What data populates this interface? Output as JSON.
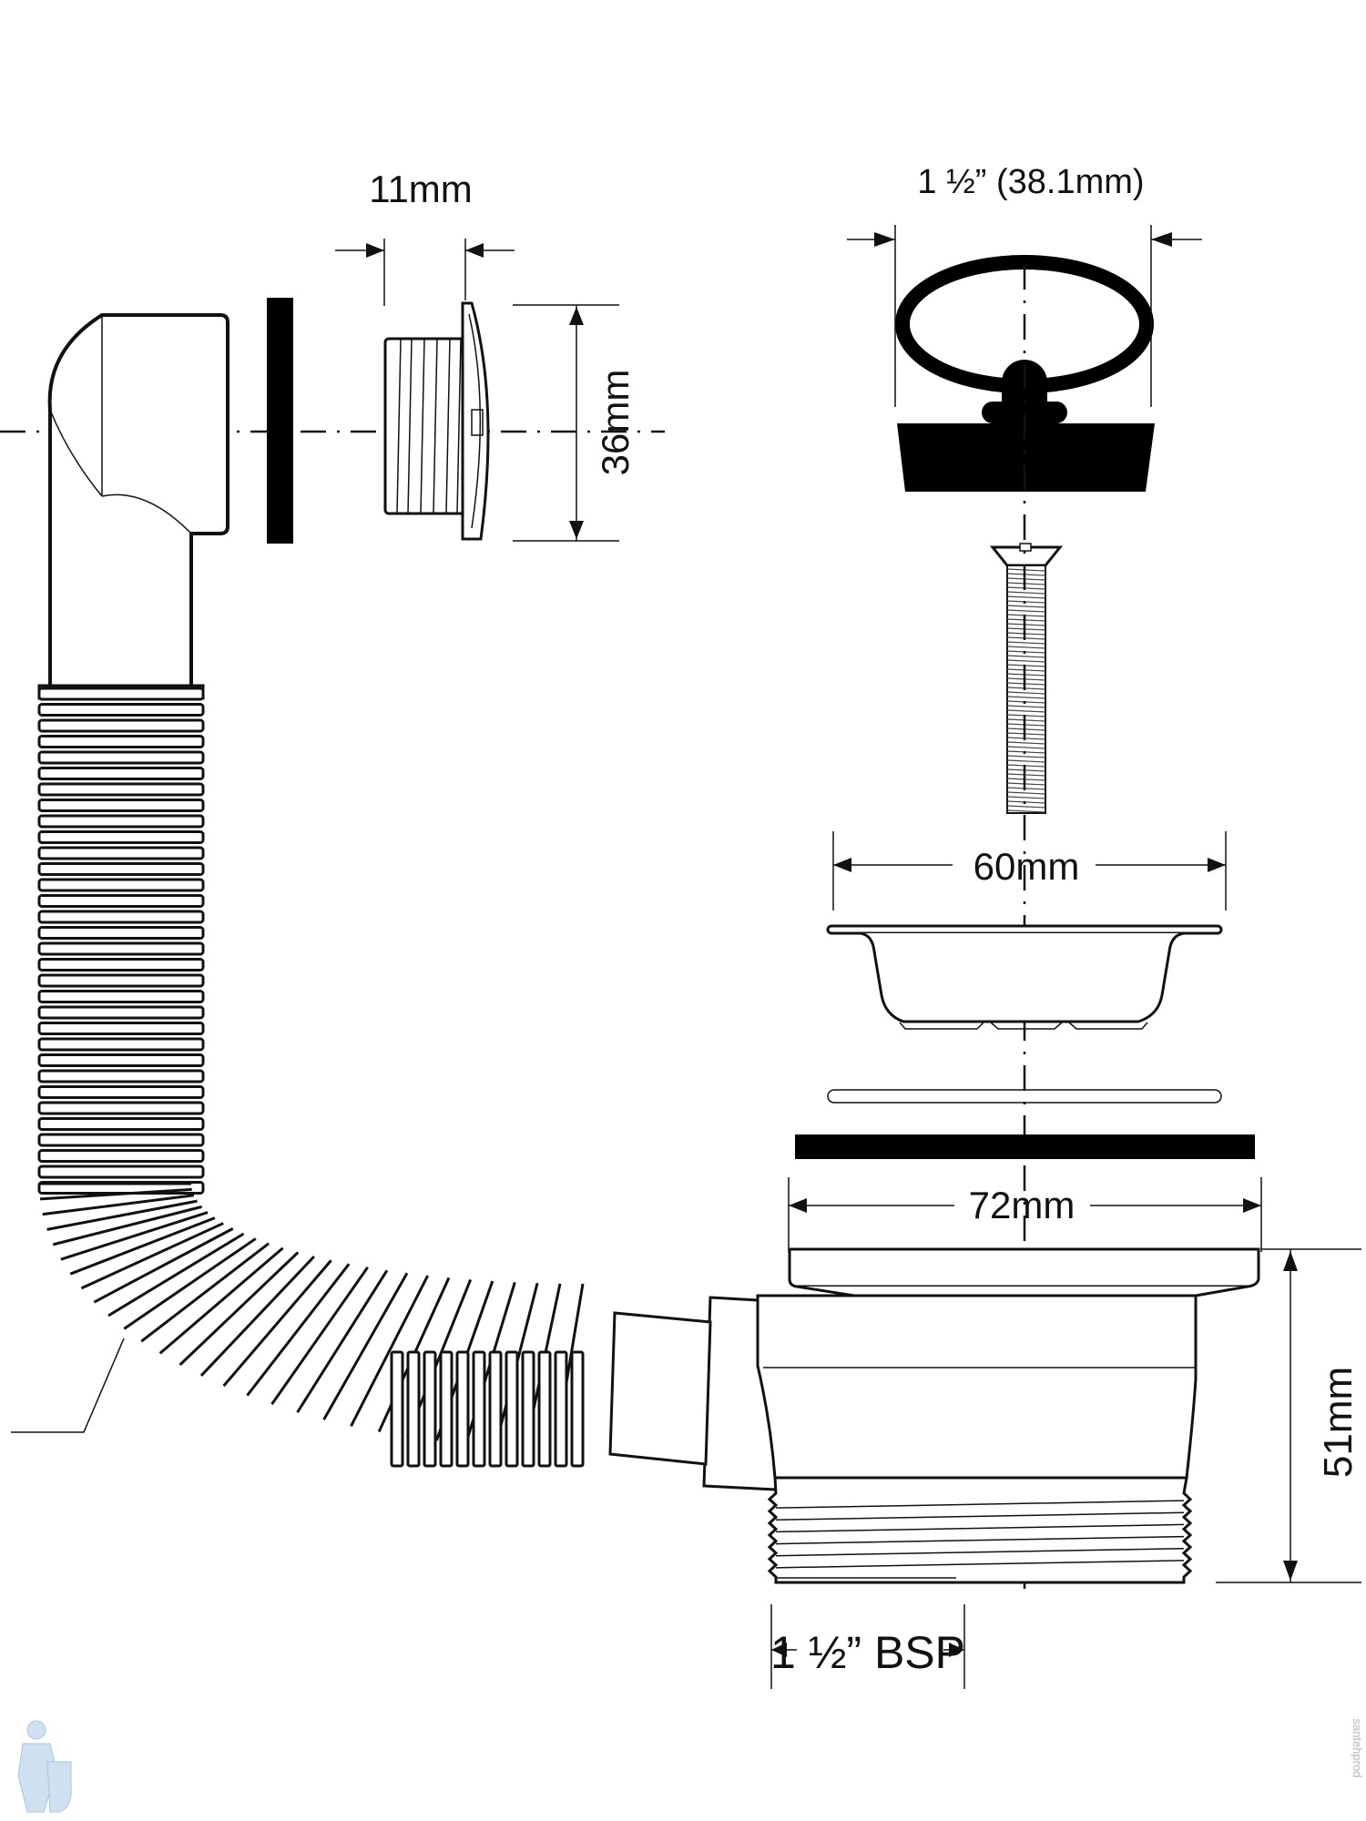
{
  "diagram": {
    "title": "Sink waste with overflow — exploded dimensional drawing",
    "dimensions": {
      "overflow_thickness": "11mm",
      "overflow_diameter": "36mm",
      "plug_diameter": "1 ½” (38.1mm)",
      "strainer_diameter": "60mm",
      "flange_diameter": "72mm",
      "body_height": "51mm",
      "thread_size": "1 ½” BSP"
    },
    "components": [
      "overflow-elbow",
      "overflow-gasket",
      "overflow-grille",
      "flexible-hose",
      "chain-plug",
      "screw",
      "strainer-basket",
      "flat-washer",
      "rubber-gasket",
      "waste-body"
    ],
    "watermark": {
      "vertical_text": "santehprod"
    },
    "colors": {
      "line": "#111111",
      "background": "#ffffff",
      "watermark": "#cfe0f0"
    }
  }
}
